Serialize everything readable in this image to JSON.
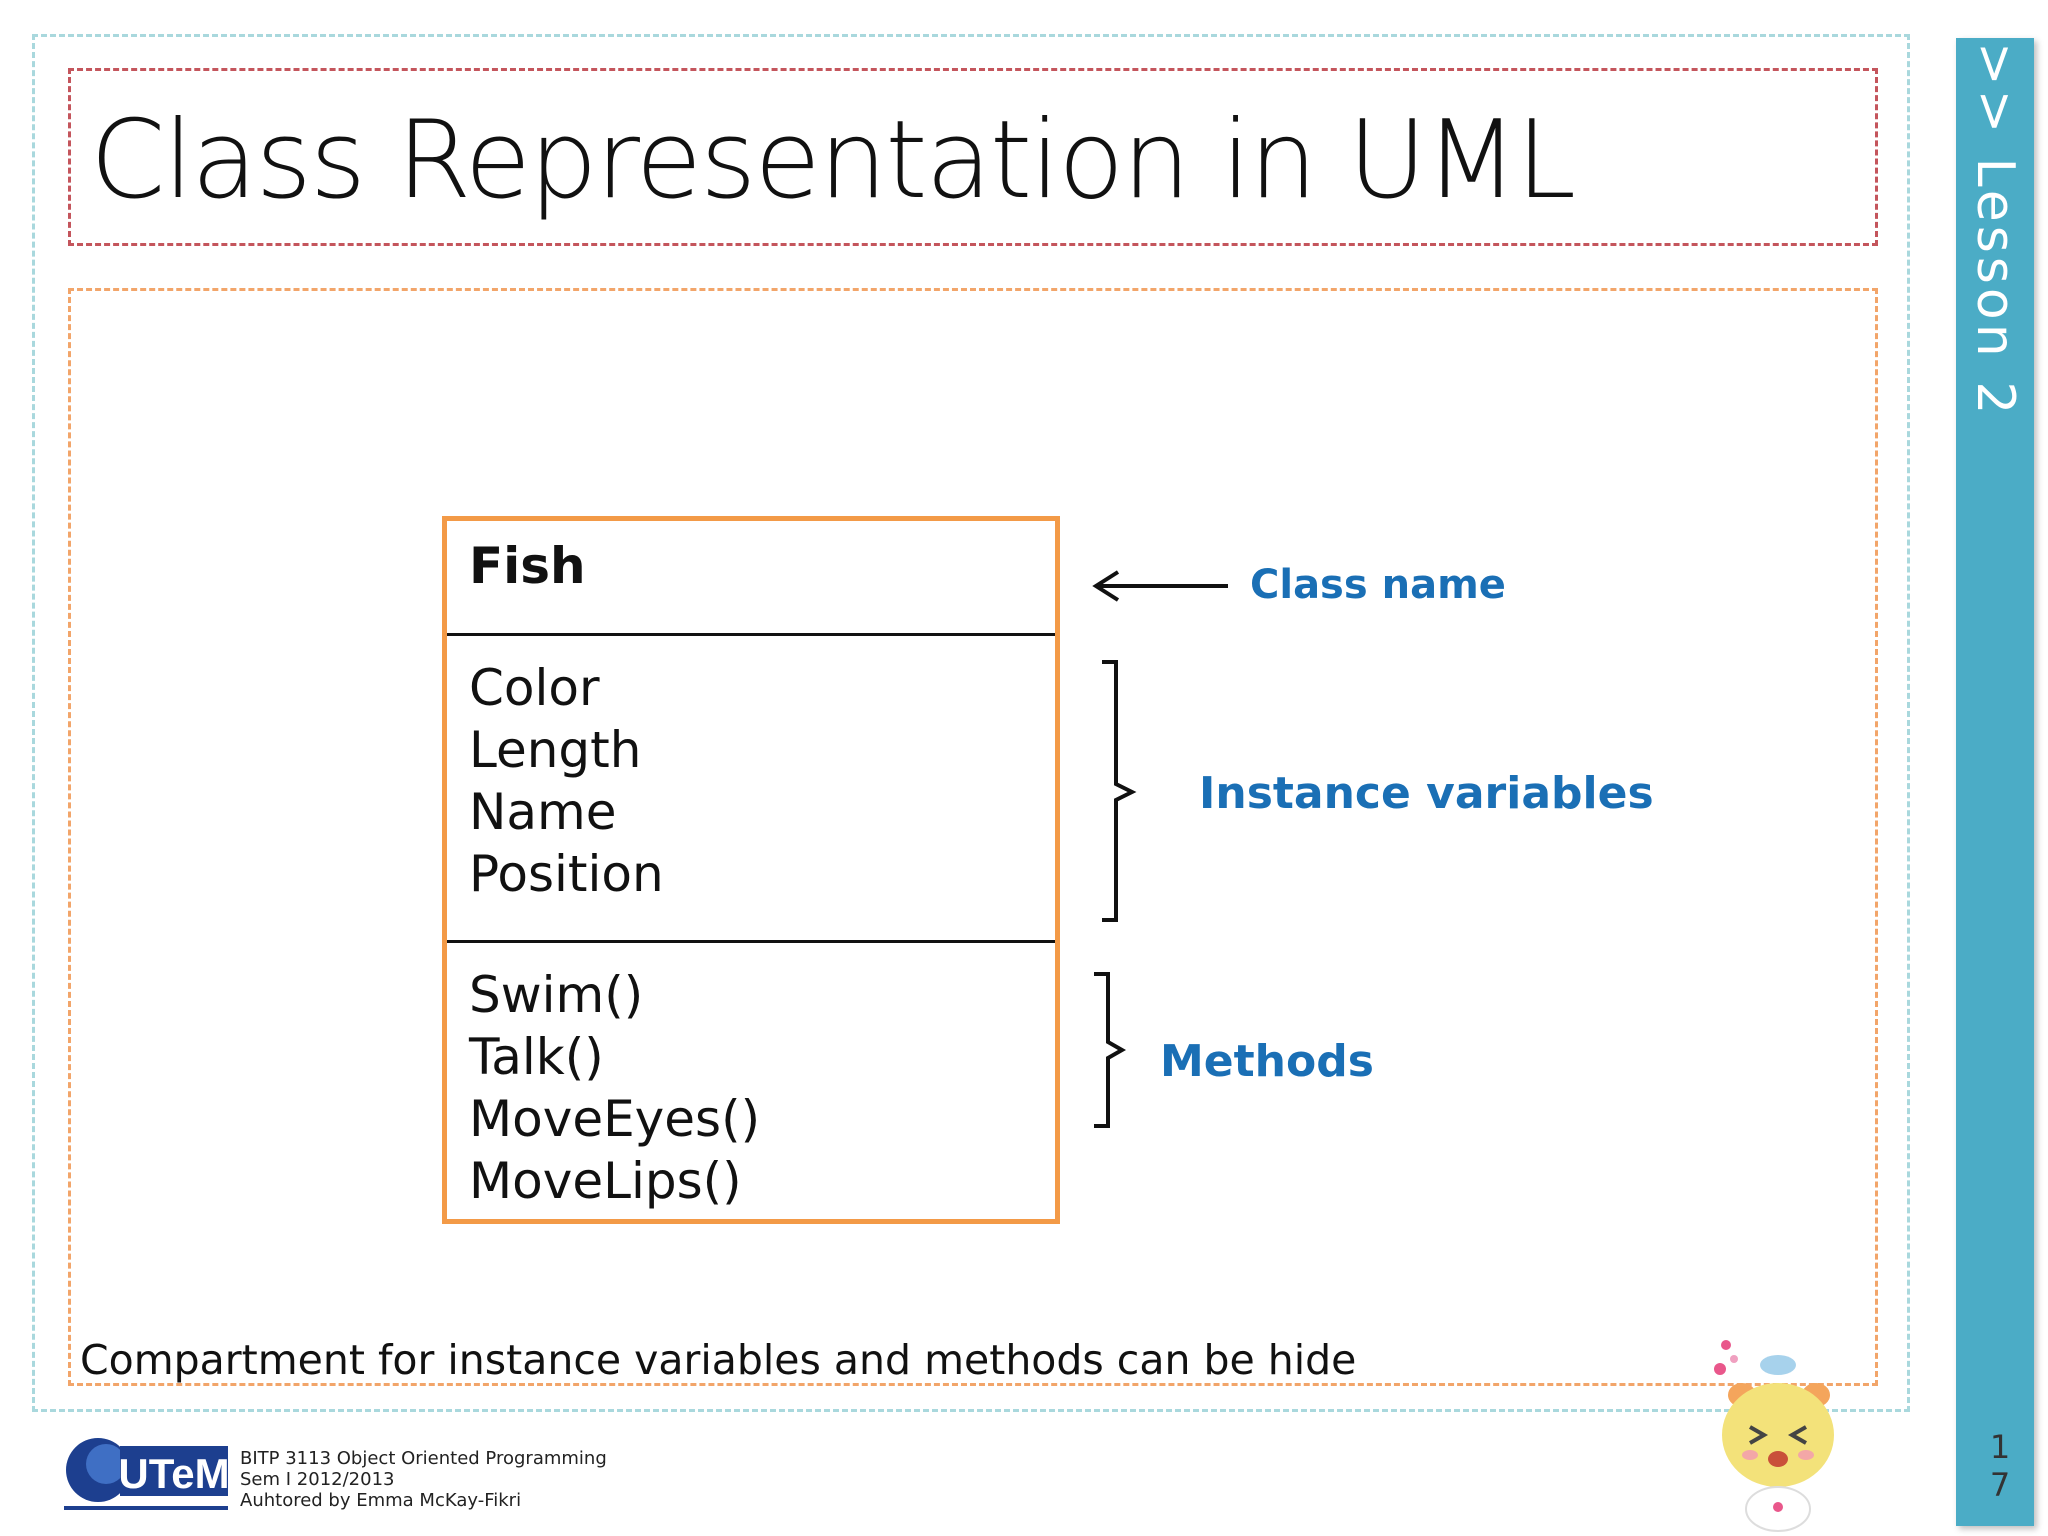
{
  "slide": {
    "title": "Class Representation in UML",
    "side_tab_label": ">> Lesson 2",
    "page_number": "17"
  },
  "uml_class": {
    "name": "Fish",
    "instance_variables": [
      "Color",
      "Length",
      "Name",
      "Position"
    ],
    "methods": [
      "Swim()",
      "Talk()",
      "MoveEyes()",
      "MoveLips()"
    ]
  },
  "annotations": {
    "class_name": "Class name",
    "instance_variables": "Instance variables",
    "methods": "Methods"
  },
  "caption": "Compartment for instance variables and methods can be hide",
  "footer": {
    "logo_text": "UTeM",
    "course": "BITP 3113 Object Oriented Programming",
    "semester": "Sem I 2012/2013",
    "author": "Auhtored by  Emma McKay-Fikri"
  },
  "colors": {
    "accent_tab": "#4bacc6",
    "uml_border": "#f39a47",
    "annotation_text": "#1a6fb5",
    "title_frame": "#c4555c",
    "content_frame": "#f2a56a",
    "outer_frame": "#a9d8dd"
  }
}
